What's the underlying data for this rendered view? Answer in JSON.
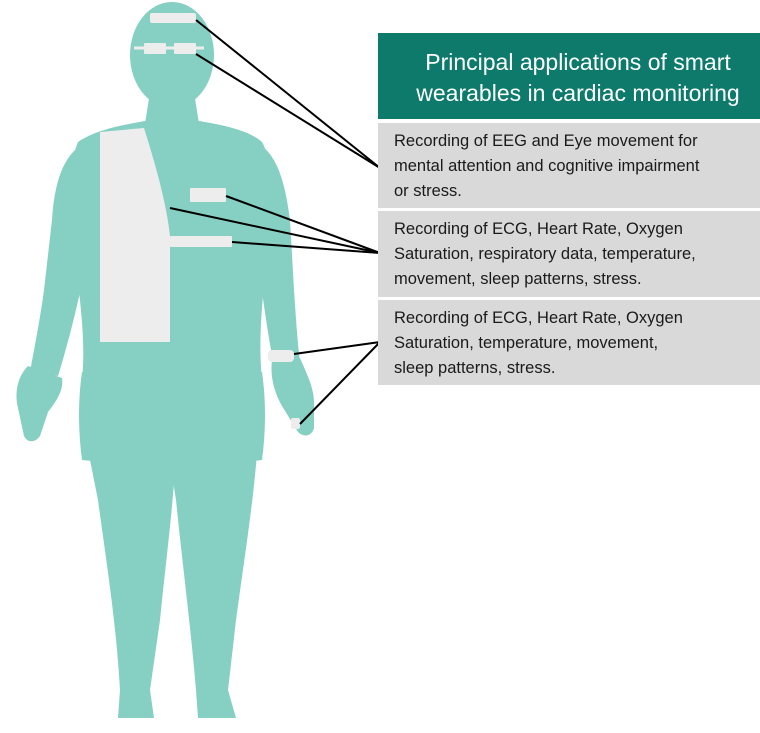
{
  "header": {
    "title_line1": "Principal applications of smart",
    "title_line2": "wearables in cardiac monitoring"
  },
  "applications": [
    {
      "line1": "Recording of EEG and Eye movement for",
      "line2": "mental attention and cognitive impairment",
      "line3": "or stress."
    },
    {
      "line1": "Recording of ECG, Heart Rate, Oxygen",
      "line2": "Saturation, respiratory data, temperature,",
      "line3": "movement, sleep patterns, stress."
    },
    {
      "line1": "Recording of ECG, Heart Rate, Oxygen",
      "line2": "Saturation, temperature, movement,",
      "line3": "sleep patterns, stress."
    }
  ],
  "colors": {
    "body": "#86cfc3",
    "header_bg": "#0d7a6c",
    "info_bg": "#d9d9d9",
    "device": "#ededed",
    "connector": "#000000"
  }
}
